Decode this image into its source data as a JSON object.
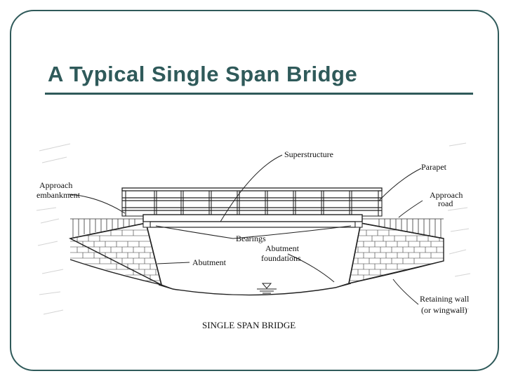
{
  "title": "A Typical Single Span Bridge",
  "labels": {
    "superstructure": "Superstructure",
    "parapet": "Parapet",
    "approach_embankment_1": "Approach",
    "approach_embankment_2": "embankment",
    "approach_road_1": "Approach",
    "approach_road_2": "road",
    "bearings": "Bearings",
    "abutment_foundations_1": "Abutment",
    "abutment_foundations_2": "foundations",
    "abutment": "Abutment",
    "retaining_wall_1": "Retaining wall",
    "retaining_wall_2": "(or wingwall)"
  },
  "caption": "SINGLE SPAN BRIDGE",
  "colors": {
    "frame": "#2f5a5a",
    "title": "#2f5a5a",
    "line": "#222222"
  }
}
